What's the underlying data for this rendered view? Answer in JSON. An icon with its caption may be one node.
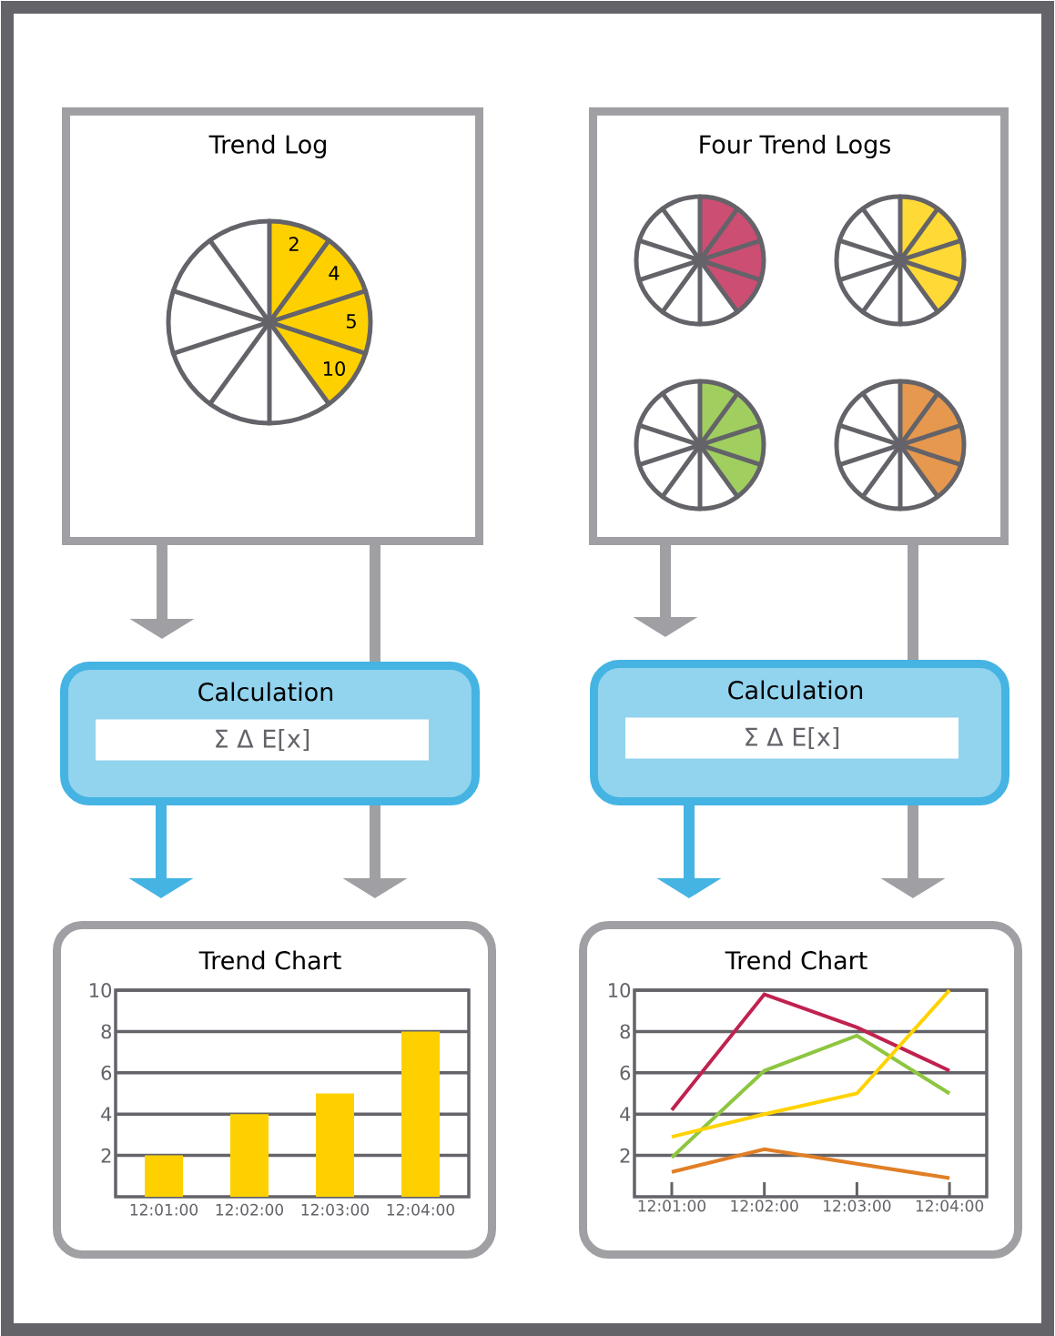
{
  "diagram": {
    "nodes": [
      {
        "text": [
          "Trend Log"
        ]
      },
      {
        "text": [
          "Four Trend Logs"
        ]
      },
      {
        "text": [
          "Calculation",
          "Σ Δ E[x]"
        ]
      },
      {
        "text": [
          "Calculation",
          "Σ Δ E[x]"
        ]
      },
      {
        "text": [
          "Trend Chart"
        ]
      },
      {
        "text": [
          "Trend Chart"
        ]
      }
    ],
    "edges": [
      {
        "from": 0,
        "to": 2,
        "arrow": "to"
      },
      {
        "from": 0,
        "to": 2,
        "arrow": "none"
      },
      {
        "from": 2,
        "to": 4,
        "arrow": "to",
        "color": "#45b4e3"
      },
      {
        "from": 2,
        "to": 4,
        "arrow": "to"
      },
      {
        "from": 1,
        "to": 3,
        "arrow": "to"
      },
      {
        "from": 1,
        "to": 3,
        "arrow": "none"
      },
      {
        "from": 3,
        "to": 5,
        "arrow": "to",
        "color": "#45b4e3"
      },
      {
        "from": 3,
        "to": 5,
        "arrow": "to"
      }
    ],
    "labels": [
      "2",
      "4",
      "5",
      "10"
    ],
    "chart_data": [
      {
        "type": "bar",
        "categories": [
          "12:01:00",
          "12:02:00",
          "12:03:00",
          "12:04:00"
        ],
        "series": [
          {
            "color": "#ffd000",
            "values": [
              2,
              4,
              5,
              8
            ]
          }
        ],
        "ylim": [
          0,
          10
        ],
        "yticks": [
          2,
          4,
          6,
          8,
          10
        ],
        "grid": true
      },
      {
        "type": "line",
        "categories": [
          "12:01:00",
          "12:02:00",
          "12:03:00",
          "12:04:00"
        ],
        "series": [
          {
            "color": "#c0224f",
            "values": [
              4.2,
              9.8,
              8.2,
              6.1
            ]
          },
          {
            "color": "#8dc63f",
            "values": [
              1.9,
              6.1,
              7.8,
              5.0
            ]
          },
          {
            "color": "#ffd200",
            "values": [
              2.9,
              4.0,
              5.0,
              10.0
            ]
          },
          {
            "color": "#e07f26",
            "values": [
              1.2,
              2.3,
              1.6,
              0.9
            ]
          }
        ],
        "ylim": [
          0,
          10
        ],
        "yticks": [
          2,
          4,
          6,
          8,
          10
        ],
        "grid": true
      }
    ]
  }
}
